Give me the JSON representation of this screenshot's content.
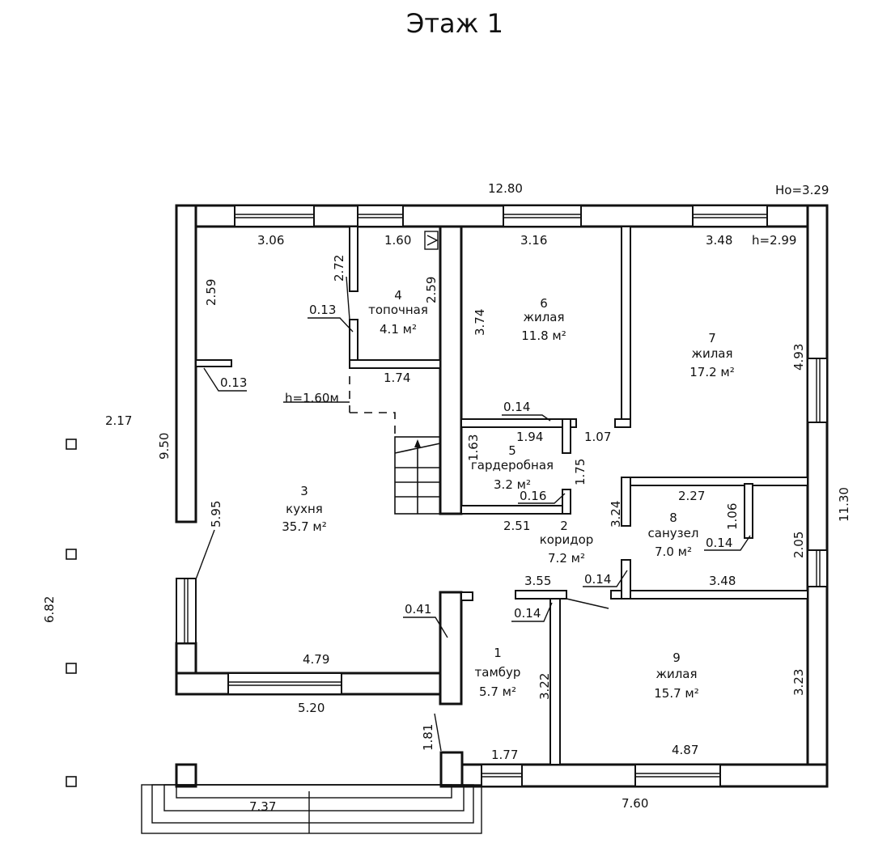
{
  "title": "Этаж 1",
  "heights": {
    "outer": "Ho=3.29",
    "inner": "h=2.99",
    "mezzanine": "h=1.60м"
  },
  "overall": {
    "width_top": "12.80",
    "length_right": "11.30",
    "left_total": "9.50",
    "left_outer": "2.17",
    "left_lower": "6.82",
    "bottom_right": "7.60",
    "porch": "7.37"
  },
  "rooms": [
    {
      "number": "1",
      "name": "тамбур",
      "area": "5.7 м²"
    },
    {
      "number": "2",
      "name": "коридор",
      "area": "7.2 м²"
    },
    {
      "number": "3",
      "name": "кухня",
      "area": "35.7 м²"
    },
    {
      "number": "4",
      "name": "топочная",
      "area": "4.1 м²"
    },
    {
      "number": "5",
      "name": "гардеробная",
      "area": "3.2 м²"
    },
    {
      "number": "6",
      "name": "жилая",
      "area": "11.8 м²"
    },
    {
      "number": "7",
      "name": "жилая",
      "area": "17.2 м²"
    },
    {
      "number": "8",
      "name": "санузел",
      "area": "7.0 м²"
    },
    {
      "number": "9",
      "name": "жилая",
      "area": "15.7 м²"
    }
  ],
  "dims": {
    "k_top": "3.06",
    "k_left": "2.59",
    "k_wall1": "0.13",
    "k_wall2": "0.13",
    "k_left2": "5.95",
    "r4_top": "1.60",
    "r4_left": "2.72",
    "r4_right": "2.59",
    "r4_bottom": "1.74",
    "r6_top": "3.16",
    "r6_left": "3.74",
    "r6_wall": "0.14",
    "r7_top": "3.48",
    "r7_right": "4.93",
    "r5_top": "1.94",
    "r5_left": "1.63",
    "r5_right": "1.75",
    "r5_wall": "0.16",
    "r5_bottom": "2.51",
    "door": "1.07",
    "r8_top": "2.27",
    "r8_left": "3.24",
    "r8_inner": "1.06",
    "r8_wall": "0.14",
    "r8_right": "2.05",
    "cor_bottom": "3.55",
    "cor_wall1": "0.14",
    "cor_wall2": "0.14",
    "r9_top": "3.48",
    "r9_right": "3.23",
    "r9_bottom": "4.87",
    "r9_left": "3.22",
    "k_bottom": "4.79",
    "k_outer": "5.20",
    "t_wall": "0.41",
    "t_left": "1.81",
    "t_bottom": "1.77"
  }
}
